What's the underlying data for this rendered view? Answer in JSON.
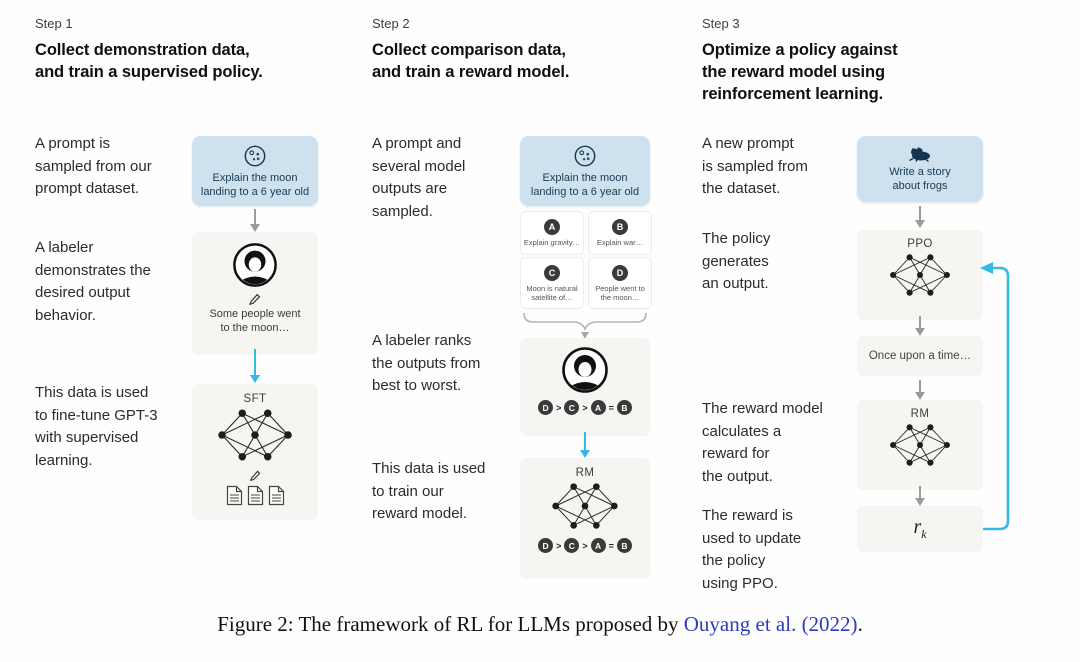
{
  "colors": {
    "prompt_box_blue": "#cde2ee",
    "node_box_gray": "#f5f5f2",
    "accent_cyan_arrow": "#34b8e8",
    "gray_arrow": "#9b9b99",
    "caption_link_blue": "#2d3bbd"
  },
  "step1": {
    "label": "Step 1",
    "heading": "Collect demonstration data,\nand train a supervised policy.",
    "text_prompt": "A prompt is\nsampled from our\nprompt dataset.",
    "text_labeler": "A labeler\ndemonstrates the\ndesired output\nbehavior.",
    "text_data": "This data is used\nto fine-tune GPT-3\nwith supervised\nlearning.",
    "prompt": "Explain the moon\nlanding to a 6 year old",
    "labeler_output": "Some people went\nto the moon…",
    "model_label": "SFT"
  },
  "step2": {
    "label": "Step 2",
    "heading": "Collect comparison data,\nand train a reward model.",
    "text_prompt": "A prompt and\nseveral model\noutputs are\nsampled.",
    "text_labeler": "A labeler ranks\nthe outputs from\nbest to worst.",
    "text_data": "This data is used\nto train our\nreward model.",
    "prompt": "Explain the moon\nlanding to a 6 year old",
    "options": [
      {
        "letter": "A",
        "text": "Explain gravity…"
      },
      {
        "letter": "B",
        "text": "Explain war…"
      },
      {
        "letter": "C",
        "text": "Moon is natural\nsatellite of…"
      },
      {
        "letter": "D",
        "text": "People went to\nthe moon…"
      }
    ],
    "ranking": {
      "r1": "D",
      "s1": ">",
      "r2": "C",
      "s2": ">",
      "r3": "A",
      "s3": "=",
      "r4": "B"
    },
    "model_label": "RM"
  },
  "step3": {
    "label": "Step 3",
    "heading": "Optimize a policy against\nthe reward model using\nreinforcement learning.",
    "text_prompt": "A new prompt\nis sampled from\nthe dataset.",
    "text_policy": "The policy\ngenerates\nan output.",
    "text_reward": "The reward model\ncalculates a\nreward for\nthe output.",
    "text_update": "The reward is\nused to update\nthe policy\nusing PPO.",
    "prompt": "Write a story\nabout frogs",
    "policy_label": "PPO",
    "output_text": "Once upon a time…",
    "rm_label": "RM",
    "reward_symbol": "r",
    "reward_subscript": "k"
  },
  "caption": {
    "prefix": "Figure 2: The framework of RL for LLMs proposed by ",
    "link": "Ouyang et al. (2022)",
    "suffix": "."
  }
}
